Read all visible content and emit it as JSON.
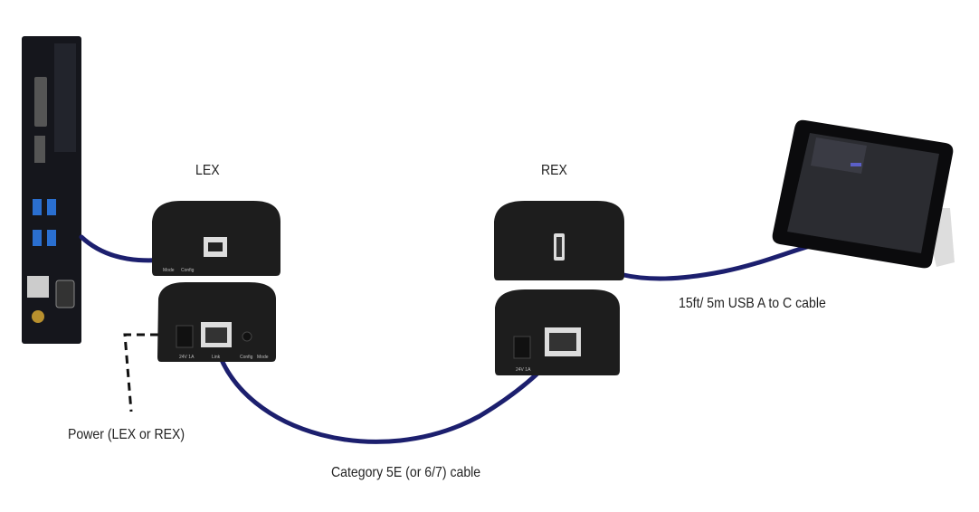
{
  "labels": {
    "lex": "LEX",
    "rex": "REX",
    "usb_cable": "15ft/ 5m USB A to C cable",
    "power": "Power (LEX or REX)",
    "cat_cable": "Category 5E (or 6/7) cable"
  },
  "ports": {
    "mode": "Mode",
    "config": "Config",
    "power_in": "24V 1A",
    "link": "Link"
  },
  "colors": {
    "cable": "#1c1f6e",
    "device": "#1d1d1d"
  }
}
